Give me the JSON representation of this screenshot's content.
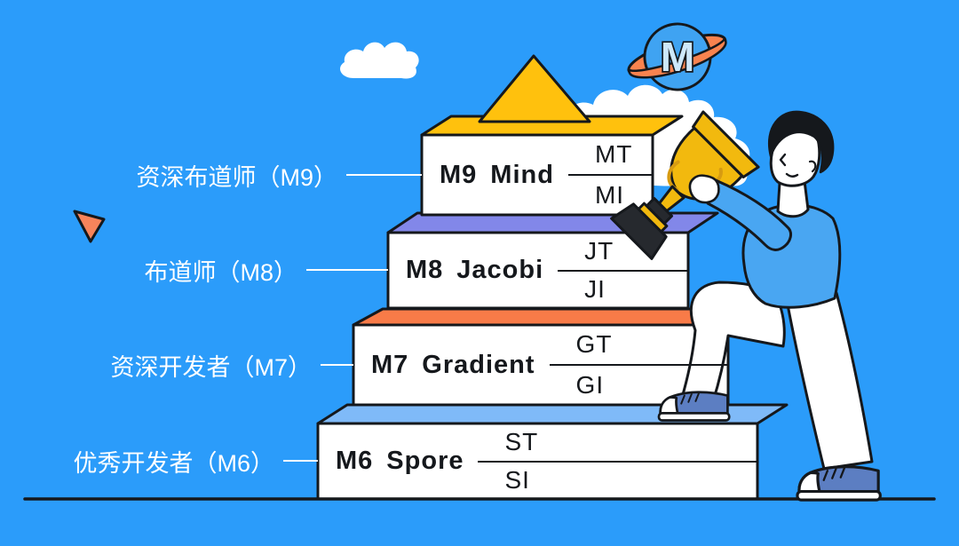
{
  "colors": {
    "background": "#2B9CFA",
    "outline": "#15181C",
    "step_face": "#FFFFFF",
    "gold": "#FFC10D",
    "trophy_gold": "#F2B90E",
    "planet_ring_orange": "#F8834F",
    "decor_triangle_orange": "#F8845B",
    "shirt_blue": "#49A6F2",
    "sneaker_blue": "#5C7EC2",
    "label_text": "#FFFFFF"
  },
  "planet": {
    "letter": "M"
  },
  "ladder": {
    "levels": [
      {
        "code": "M9",
        "name": "Mind",
        "fraction_top": "MT",
        "fraction_bottom": "MI",
        "side_label": "资深布道师（M9）",
        "top_color": "#FFC10D"
      },
      {
        "code": "M8",
        "name": "Jacobi",
        "fraction_top": "JT",
        "fraction_bottom": "JI",
        "side_label": "布道师（M8）",
        "top_color": "#8287E9"
      },
      {
        "code": "M7",
        "name": "Gradient",
        "fraction_top": "GT",
        "fraction_bottom": "GI",
        "side_label": "资深开发者（M7）",
        "top_color": "#F87B48"
      },
      {
        "code": "M6",
        "name": "Spore",
        "fraction_top": "ST",
        "fraction_bottom": "SI",
        "side_label": "优秀开发者（M6）",
        "top_color": "#7FBAF8"
      }
    ]
  }
}
